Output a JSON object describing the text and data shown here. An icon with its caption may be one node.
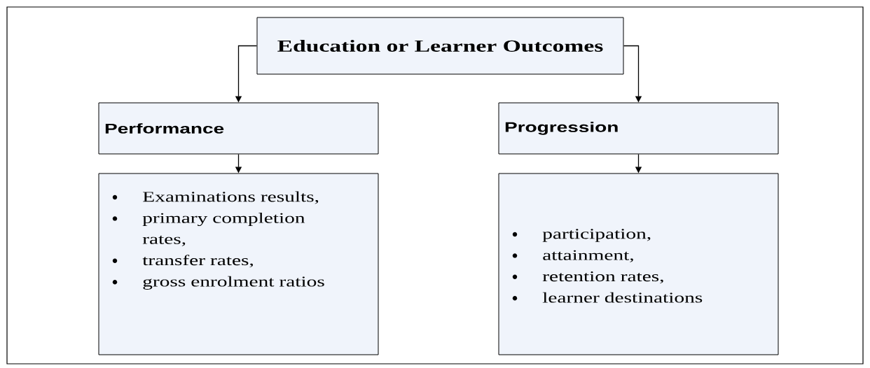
{
  "diagram": {
    "nodes": [
      {
        "text": [
          "Education or Learner Outcomes"
        ]
      },
      {
        "text": [
          "Performance"
        ]
      },
      {
        "text": [
          "Progression"
        ]
      },
      {
        "text": [
          "Examinations results,",
          "primary completion rates,",
          "transfer rates,",
          "gross enrolment ratios"
        ]
      },
      {
        "text": [
          "participation,",
          "attainment,",
          "retention rates,",
          "learner destinations"
        ]
      }
    ],
    "edges": [
      {
        "from": 0,
        "to": 1,
        "arrow": "to"
      },
      {
        "from": 0,
        "to": 2,
        "arrow": "to"
      },
      {
        "from": 1,
        "to": 3,
        "arrow": "to"
      },
      {
        "from": 2,
        "to": 4,
        "arrow": "to"
      }
    ]
  }
}
